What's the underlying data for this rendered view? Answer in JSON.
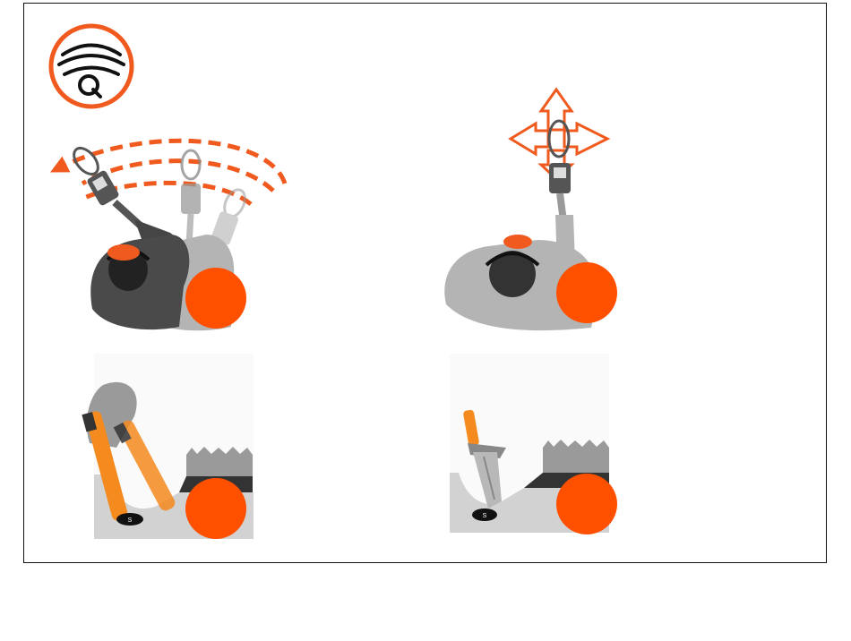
{
  "logo": {
    "icon": "signal-q-icon",
    "accent": "#f05a1e"
  },
  "colors": {
    "accent": "#f05a1e",
    "badge": "#ff5000",
    "dark_gray": "#454545",
    "mid_gray": "#8e8e8e",
    "light_gray": "#b4b4b4",
    "ground": "#d2d2d2",
    "pinpointer": "#f58a1f"
  },
  "steps": [
    {
      "scene": "sweep-detector",
      "badge_label": ""
    },
    {
      "scene": "pinpoint-crosshair",
      "badge_label": ""
    },
    {
      "scene": "pinpointer-probe",
      "badge_label": ""
    },
    {
      "scene": "dig-with-trowel",
      "badge_label": ""
    }
  ],
  "coin_label": "S"
}
